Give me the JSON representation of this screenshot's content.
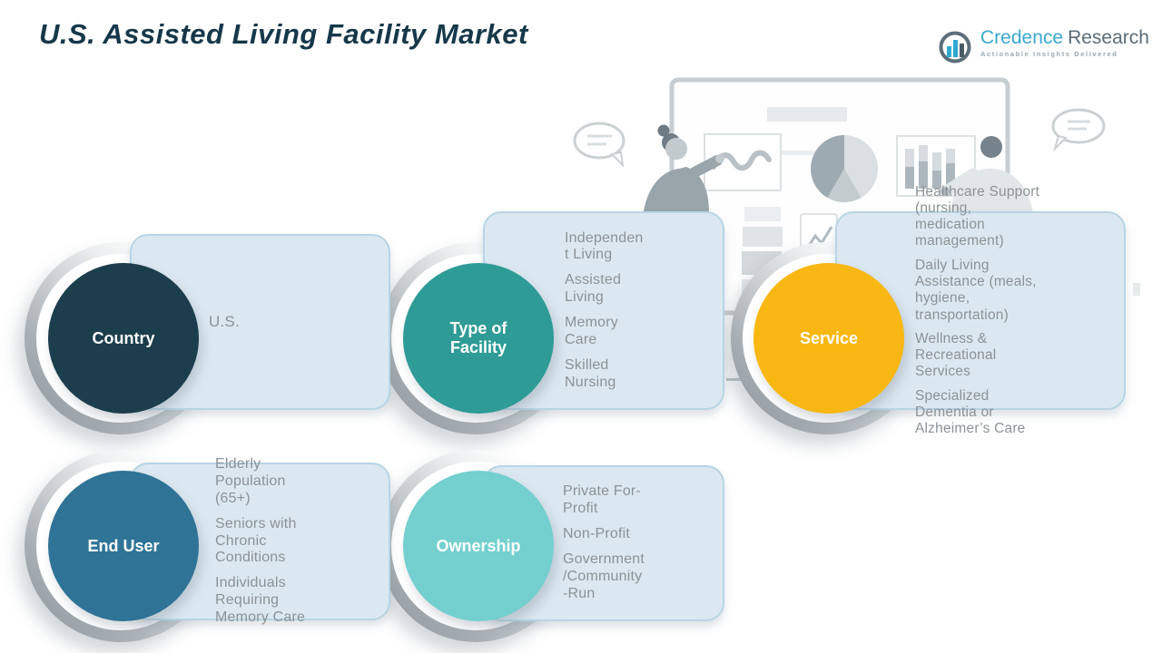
{
  "title": "U.S. Assisted Living Facility Market",
  "logo": {
    "brand_primary": "Credence",
    "brand_secondary": "Research",
    "tagline": "Actionable Insights Delivered",
    "brand_primary_color": "#3AA9CD",
    "brand_secondary_color": "#5A6B77",
    "icon": "bar-chart-circle-icon"
  },
  "colors": {
    "title": "#16384A",
    "card_background": "#DCE8F1",
    "card_border": "#B7D5E5",
    "item_text": "#8B9296"
  },
  "segments": [
    {
      "label": "Country",
      "circle_color": "#1C3D4C",
      "items": [
        "U.S."
      ]
    },
    {
      "label": "Type of Facility",
      "circle_color": "#2E9B96",
      "items": [
        "Independent Living",
        "Assisted Living",
        "Memory Care",
        "Skilled Nursing"
      ]
    },
    {
      "label": "Service",
      "circle_color": "#F8B713",
      "items": [
        "Healthcare Support (nursing, medication management)",
        "Daily Living Assistance (meals, hygiene, transportation)",
        "Wellness & Recreational Services",
        "Specialized Dementia or Alzheimer’s Care"
      ]
    },
    {
      "label": "End User",
      "circle_color": "#2F7396",
      "items": [
        "Elderly Population (65+)",
        "Seniors with Chronic Conditions",
        "Individuals Requiring Memory Care"
      ]
    },
    {
      "label": "Ownership",
      "circle_color": "#74CFCF",
      "items": [
        "Private For-Profit",
        "Non-Profit",
        "Government/Community-Run"
      ]
    }
  ],
  "illustration": {
    "elements": [
      "whiteboard",
      "line-chart",
      "pie-chart",
      "bar-chart",
      "presenter-left",
      "presenter-right",
      "speech-bubbles"
    ]
  }
}
